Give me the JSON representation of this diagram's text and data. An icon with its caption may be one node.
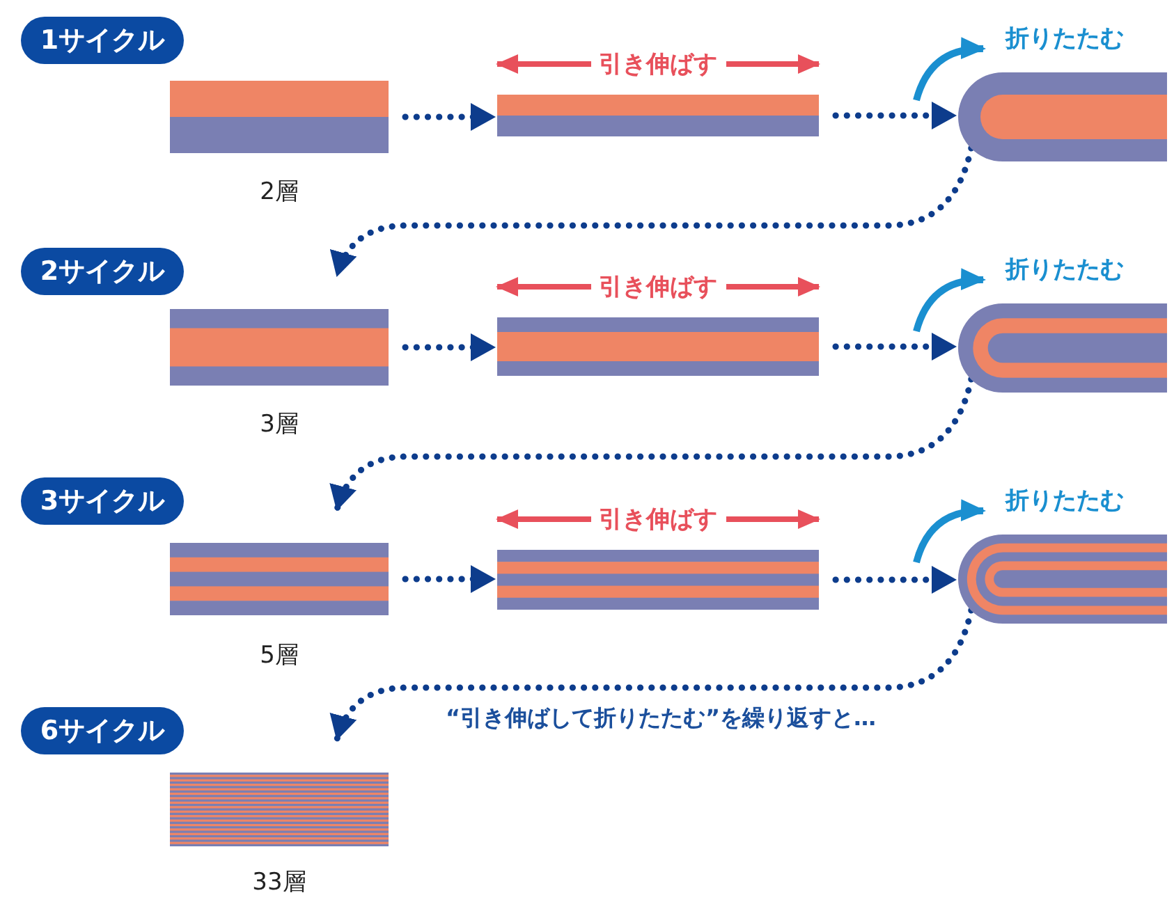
{
  "diagram": {
    "nodes": [
      {
        "text": [
          "1サイクル"
        ]
      },
      {
        "text": [],
        "shape": "box",
        "beside": [
          "2層"
        ]
      },
      {
        "text": [],
        "shape": "box",
        "beside": [
          "引き伸ばす"
        ]
      },
      {
        "text": [],
        "shape": "picture",
        "beside": [
          "折りたたむ"
        ]
      },
      {
        "text": [
          "2サイクル"
        ]
      },
      {
        "text": [],
        "shape": "box",
        "beside": [
          "3層"
        ]
      },
      {
        "text": [],
        "shape": "box",
        "beside": [
          "引き伸ばす"
        ]
      },
      {
        "text": [],
        "shape": "picture",
        "beside": [
          "折りたたむ"
        ]
      },
      {
        "text": [
          "3サイクル"
        ]
      },
      {
        "text": [],
        "shape": "box",
        "beside": [
          "5層"
        ]
      },
      {
        "text": [],
        "shape": "box",
        "beside": [
          "引き伸ばす"
        ]
      },
      {
        "text": [],
        "shape": "picture",
        "beside": [
          "折りたたむ"
        ]
      },
      {
        "text": [
          "6サイクル"
        ]
      },
      {
        "text": [],
        "shape": "box",
        "beside": [
          "33層"
        ]
      }
    ],
    "edges": [
      {
        "from": 1,
        "to": 2,
        "arrow": "to"
      },
      {
        "from": 2,
        "to": 3,
        "arrow": "to"
      },
      {
        "from": 3,
        "to": 5,
        "arrow": "to"
      },
      {
        "from": 5,
        "to": 6,
        "arrow": "to"
      },
      {
        "from": 6,
        "to": 7,
        "arrow": "to"
      },
      {
        "from": 7,
        "to": 9,
        "arrow": "to"
      },
      {
        "from": 9,
        "to": 10,
        "arrow": "to"
      },
      {
        "from": 10,
        "to": 11,
        "arrow": "to"
      },
      {
        "from": 11,
        "to": 13,
        "arrow": "to",
        "label": "“引き伸ばして折りたたむ”を繰り返すと…"
      }
    ]
  }
}
